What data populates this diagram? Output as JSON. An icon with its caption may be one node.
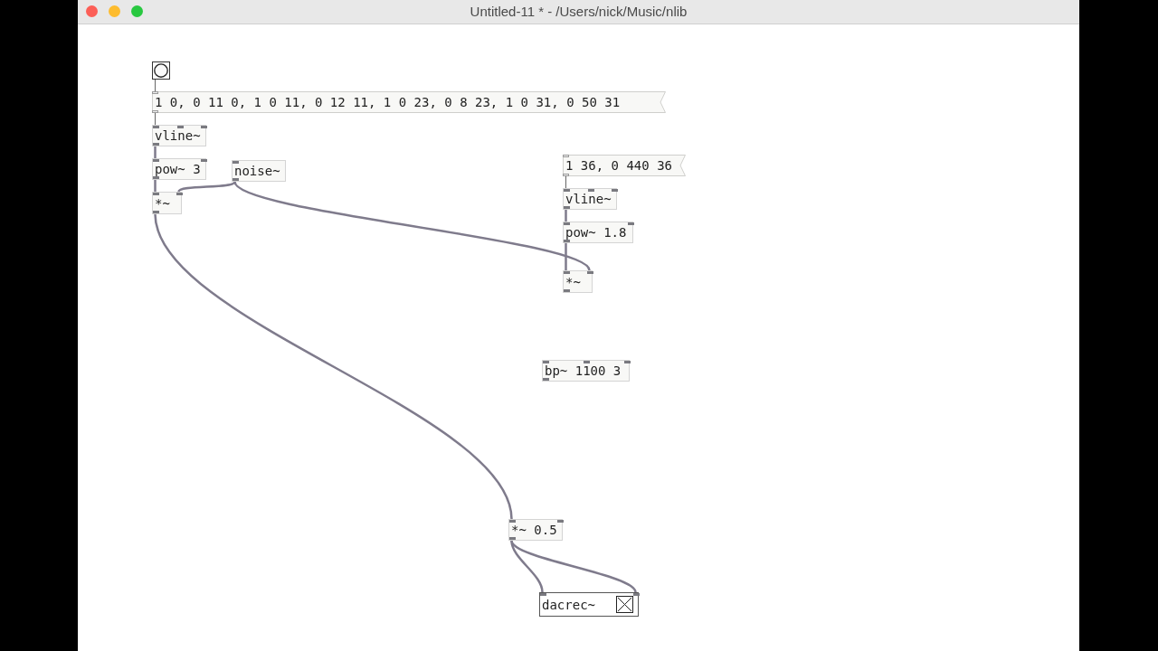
{
  "diagram": {
    "title": "Untitled-11 * - /Users/nick/Music/nlib",
    "nodes": [
      {
        "text": [],
        "shape": "circle"
      },
      {
        "text": [
          "1 0, 0 11 0, 1 0 11, 0 12 11, 1 0 23, 0 8 23, 1 0 31, 0 50 31"
        ]
      },
      {
        "text": [
          "vline~"
        ]
      },
      {
        "text": [
          "pow~ 3"
        ]
      },
      {
        "text": [
          "noise~"
        ]
      },
      {
        "text": [
          "*~"
        ]
      },
      {
        "text": [
          "1 36, 0 440 36"
        ]
      },
      {
        "text": [
          "vline~"
        ]
      },
      {
        "text": [
          "pow~ 1.8"
        ]
      },
      {
        "text": [
          "*~"
        ]
      },
      {
        "text": [
          "bp~ 1100 3"
        ]
      },
      {
        "text": [
          "*~ 0.5"
        ]
      },
      {
        "text": [
          "dacrec~"
        ]
      }
    ],
    "edges": [
      {
        "from": 0,
        "to": 1,
        "arrow": "none"
      },
      {
        "from": 1,
        "to": 2,
        "arrow": "none"
      },
      {
        "from": 2,
        "to": 3,
        "arrow": "none"
      },
      {
        "from": 3,
        "to": 5,
        "arrow": "none"
      },
      {
        "from": 4,
        "to": 5,
        "arrow": "none"
      },
      {
        "from": 4,
        "to": 9,
        "arrow": "none"
      },
      {
        "from": 6,
        "to": 7,
        "arrow": "none"
      },
      {
        "from": 7,
        "to": 8,
        "arrow": "none"
      },
      {
        "from": 8,
        "to": 9,
        "arrow": "none"
      },
      {
        "from": 5,
        "to": 11,
        "arrow": "none"
      },
      {
        "from": 11,
        "to": 12,
        "arrow": "none"
      },
      {
        "from": 11,
        "to": 12,
        "arrow": "none"
      }
    ]
  }
}
